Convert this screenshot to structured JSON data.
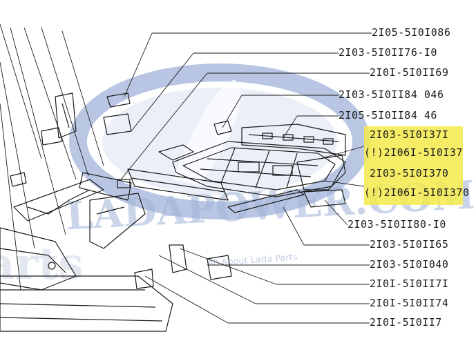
{
  "watermark": {
    "brand": "LADAPOWER.COM",
    "tagline": "All About Lada Parts",
    "shadow_text": "arts"
  },
  "labels": [
    {
      "id": "l1",
      "text": "2I05-5I0I086"
    },
    {
      "id": "l2",
      "text": "2I03-5I0II76-I0"
    },
    {
      "id": "l3",
      "text": "2I0I-5I0II69"
    },
    {
      "id": "l4",
      "text": "2I03-5I0II84  046"
    },
    {
      "id": "l5",
      "text": "2I05-5I0II84   46"
    },
    {
      "id": "l6",
      "text": "2I03-5I0I37I"
    },
    {
      "id": "l7",
      "text": "(!)2I06I-5I0I37"
    },
    {
      "id": "l8",
      "text": "2I03-5I0I370"
    },
    {
      "id": "l9",
      "text": "(!)2I06I-5I0I370"
    },
    {
      "id": "l10",
      "text": "2I03-5I0II80-I0"
    },
    {
      "id": "l11",
      "text": "2I03-5I0II65"
    },
    {
      "id": "l12",
      "text": "2I03-5I0I040"
    },
    {
      "id": "l13",
      "text": "2I0I-5I0II7I"
    },
    {
      "id": "l14",
      "text": "2I0I-5I0II74"
    },
    {
      "id": "l15",
      "text": "2I0I-5I0II7"
    }
  ],
  "colors": {
    "highlight": "#f3ea4b",
    "ink": "#1a1a1a",
    "watermark": "#9fb3d8"
  }
}
